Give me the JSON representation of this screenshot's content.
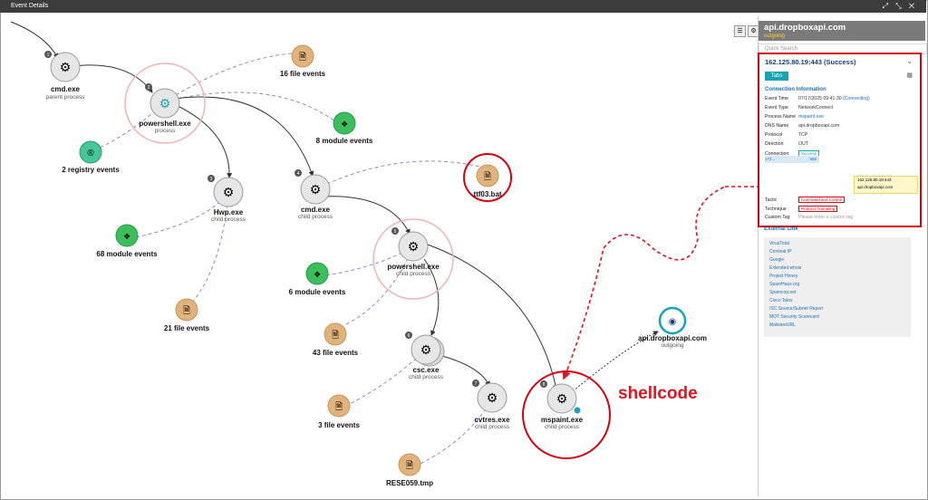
{
  "window": {
    "title": "Event Details",
    "controls": "⤢ ⤡ ✕"
  },
  "graph": {
    "nodes": {
      "n1": {
        "badge": "1",
        "label": "cmd.exe",
        "sub": "parent process"
      },
      "n2": {
        "badge": "2",
        "label": "powershell.exe",
        "sub": "process"
      },
      "n3": {
        "badge": "3",
        "label": "Hwp.exe",
        "sub": "child process"
      },
      "n4": {
        "badge": "4",
        "label": "cmd.exe",
        "sub": "child process"
      },
      "n5": {
        "badge": "5",
        "label": "powershell.exe",
        "sub": "child process"
      },
      "n6": {
        "badge": "6",
        "label": "csc.exe",
        "sub": "child process"
      },
      "n7": {
        "badge": "7",
        "label": "cvtres.exe",
        "sub": "child process"
      },
      "n8": {
        "badge": "8",
        "label": "mspaint.exe",
        "sub": "child process"
      },
      "net": {
        "label": "api.dropboxapi.com",
        "sub": "outgoing"
      }
    },
    "groups": {
      "g16file": "16 file events",
      "g8mod": "8 module events",
      "g2reg": "2 registry events",
      "g68mod": "68 module events",
      "g21file": "21 file events",
      "gttf": "ttf03.bat",
      "g6mod": "6 module events",
      "g43file": "43 file events",
      "g3file": "3 file events",
      "gres": "RESE059.tmp"
    },
    "edge_label": "4"
  },
  "annotation": {
    "shellcode": "shellcode"
  },
  "panel": {
    "title": "api.dropboxapi.com",
    "subtitle": "outgoing",
    "search_placeholder": "Quick Search",
    "conn_header": "162.125.80.19:443 (Success)",
    "tab": "Tabs",
    "section": "Connection Information",
    "rows": {
      "event_time_k": "Event Time",
      "event_time_v": "07/17/2025 09:41:30",
      "event_time_s": "(Connecting)",
      "event_type_k": "Event Type",
      "event_type_v": "NetworkConnect",
      "process_k": "Process Name",
      "process_v": "mspaint.exe",
      "dns_k": "DNS Name",
      "dns_v": "api.dropboxapi.com",
      "protocol_k": "Protocol",
      "protocol_v": "TCP",
      "direction_k": "Direction",
      "direction_v": "OUT",
      "connection_k": "Connection",
      "connection_v": "Success",
      "tactic_k": "Tactic",
      "tactic_v": "Command and Control",
      "technique_k": "Technique",
      "technique_v": "Protocol Tunneling",
      "custom_k": "Custom Tag",
      "custom_v": "Please enter a custom tag"
    },
    "mini_left": "172...",
    "mini_right": "558",
    "ip_line1": "162.125.80.19:443",
    "ip_line2": "api.dropboxapi.com",
    "external_title": "External Link",
    "links": [
      "VirusTotal",
      "Criminal IP",
      "Google",
      "Extended whois",
      "Project Honey",
      "SpamHaus.org",
      "Spamcop.net",
      "Cisco Talos",
      "ISC Source/Subnet Report",
      "MOT Security Scorecard",
      "MalwareURL"
    ]
  },
  "colors": {
    "accent": "#16a5b5",
    "alert": "#e0141e",
    "module": "#3bbf5d",
    "registry": "#44c89a",
    "file": "#e0b27c"
  }
}
